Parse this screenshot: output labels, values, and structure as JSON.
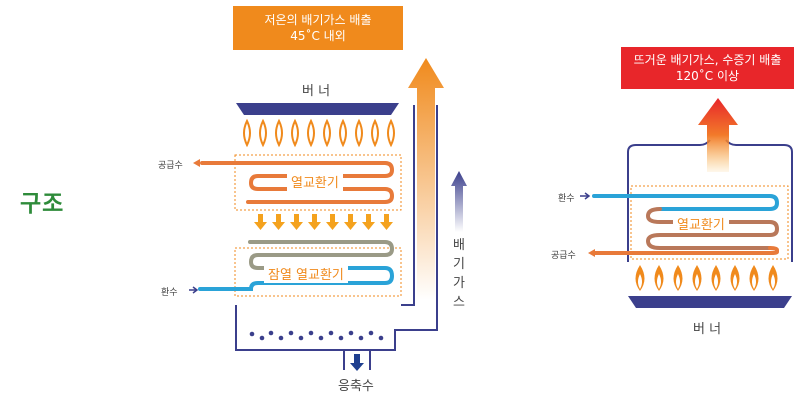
{
  "title": "구조",
  "left": {
    "exhaust_label_line1": "저온의 배기가스 배출",
    "exhaust_label_line2": "45˚C 내외",
    "burner_label": "버 너",
    "supply_label": "공급수",
    "return_label": "환수",
    "heat_exchanger_label": "열교환기",
    "latent_exchanger_label": "잠열 열교환기",
    "exhaust_flow_label": [
      "배",
      "기",
      "가",
      "스"
    ],
    "condensate_label": "응축수"
  },
  "right": {
    "exhaust_label_line1": "뜨거운 배기가스, 수증기 배출",
    "exhaust_label_line2": "120˚C 이상",
    "return_label": "환수",
    "supply_label": "공급수",
    "heat_exchanger_label": "열교환기",
    "burner_label": "버 너"
  },
  "colors": {
    "title": "#2e8b3a",
    "orange": "#f08a1c",
    "red": "#e8262a",
    "navy": "#3b3f8c",
    "pipe_blue": "#2aa3d8",
    "pipe_brown": "#b9785a",
    "pipe_gray": "#9a9a86"
  }
}
